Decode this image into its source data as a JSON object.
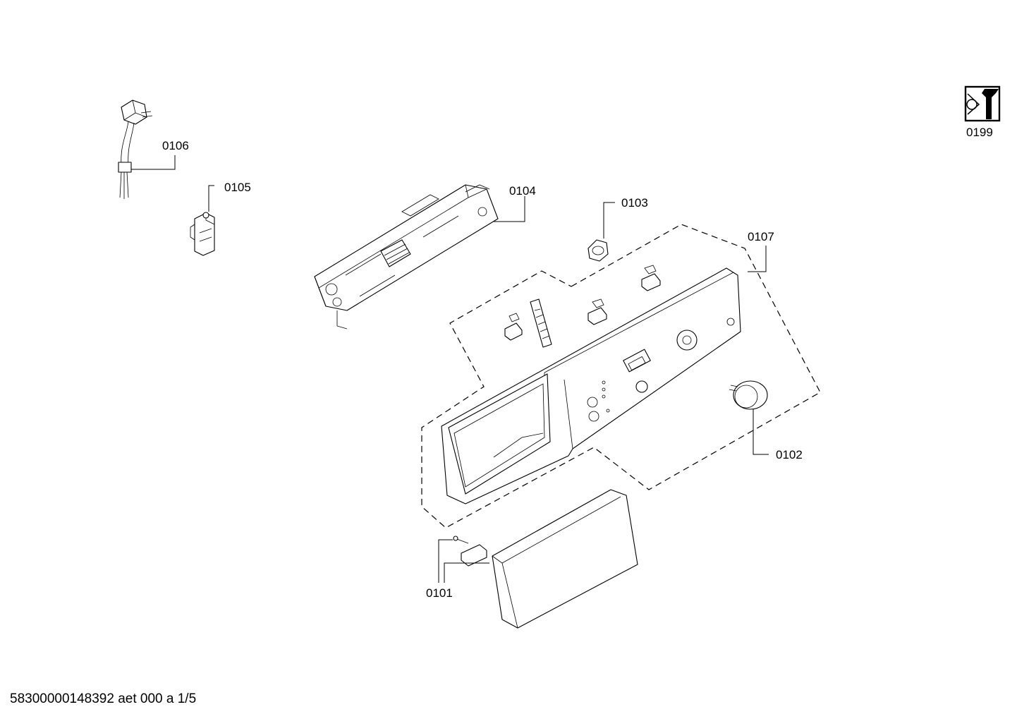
{
  "parts": {
    "p0101": "0101",
    "p0102": "0102",
    "p0103": "0103",
    "p0104": "0104",
    "p0105": "0105",
    "p0106": "0106",
    "p0107": "0107",
    "p0199": "0199"
  },
  "icons": {
    "service_kit": "wrench-icon"
  },
  "footer": {
    "doc_id": "58300000148392 aet 000 a 1/5"
  }
}
